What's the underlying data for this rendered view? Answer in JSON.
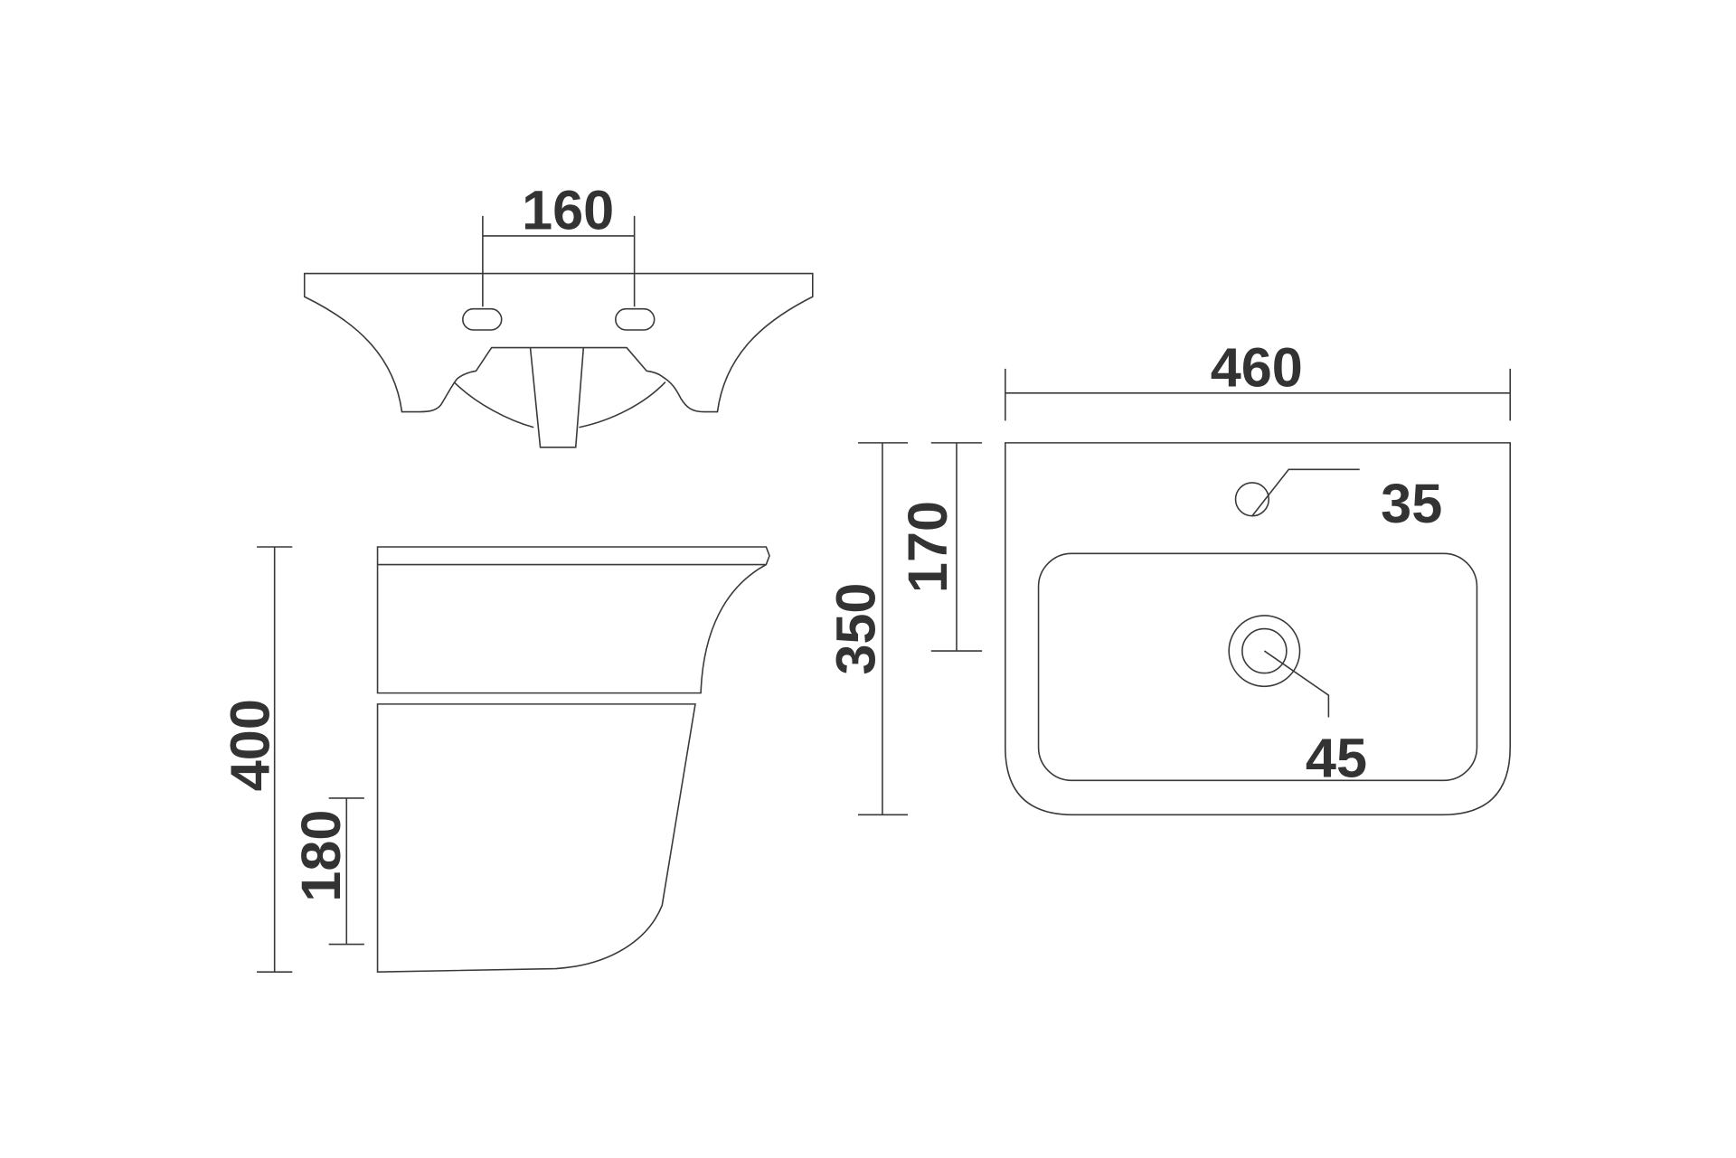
{
  "dimensions": {
    "tap_spacing": "160",
    "width": "460",
    "depth": "350",
    "tap_hole_offset": "170",
    "tap_hole_diameter": "35",
    "drain_diameter": "45",
    "total_height": "400",
    "mount_height": "180"
  },
  "colors": {
    "line": "#3a3a3a",
    "text": "#333333",
    "background": "#ffffff"
  }
}
